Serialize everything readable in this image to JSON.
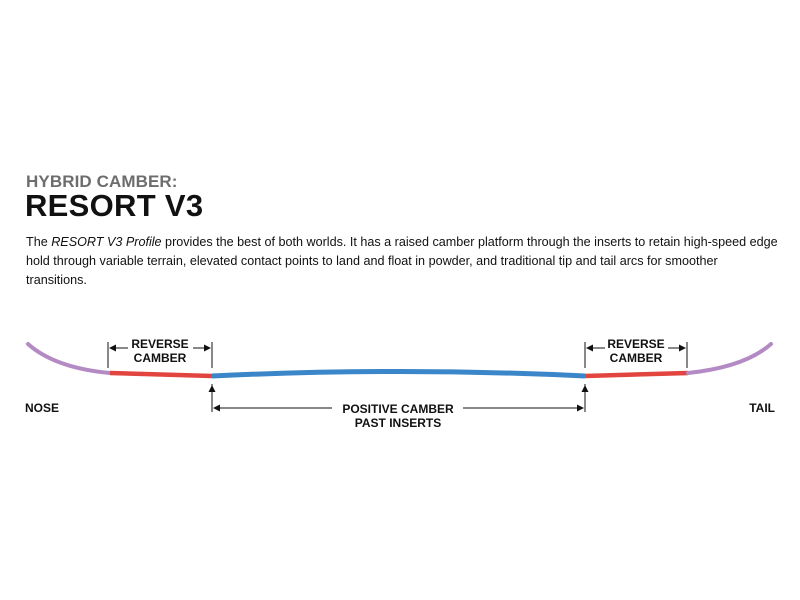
{
  "header": {
    "subtitle": "HYBRID CAMBER:",
    "title": "RESORT V3"
  },
  "description": {
    "lead": "The ",
    "emphasis": "RESORT V3 Profile",
    "rest": " provides the best of both worlds. It has a raised camber platform through the inserts to retain high-speed edge hold through variable terrain, elevated contact points to land and float in powder, and traditional tip and tail arcs for smoother transitions."
  },
  "diagram": {
    "nose_label": "NOSE",
    "tail_label": "TAIL",
    "left_zone": {
      "line1": "REVERSE",
      "line2": "CAMBER"
    },
    "right_zone": {
      "line1": "REVERSE",
      "line2": "CAMBER"
    },
    "center_zone": {
      "line1": "POSITIVE CAMBER",
      "line2": "PAST INSERTS"
    },
    "colors": {
      "tip_tail": "#b48ac4",
      "reverse_camber": "#e2443f",
      "positive_camber": "#3a86c8",
      "arrows": "#111111"
    }
  }
}
